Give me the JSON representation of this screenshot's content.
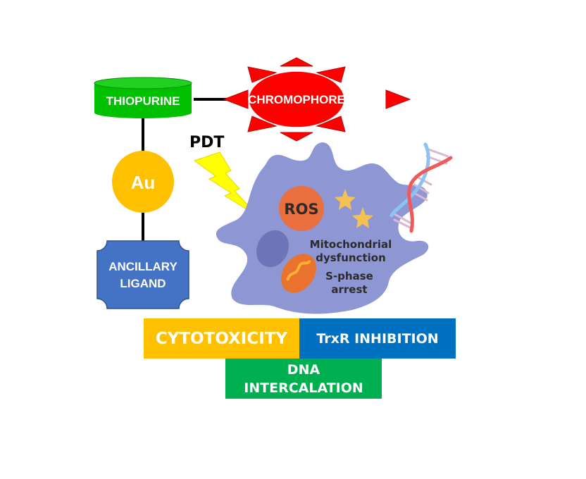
{
  "nodes": {
    "thiopurine": {
      "label": "THIOPURINE",
      "color": "#00c000"
    },
    "chromophore": {
      "label": "CHROMOPHORE",
      "color": "#ff0000"
    },
    "gold": {
      "label": "Au",
      "color": "#ffc000"
    },
    "ancillary_ligand": {
      "line1": "ANCILLARY",
      "line2": "LIGAND",
      "color": "#4472c4"
    }
  },
  "pdt": {
    "label": "PDT",
    "bolt_color": "#ffff00"
  },
  "cell": {
    "color": "#8e97d4",
    "ros": "ROS",
    "effect1_line1": "Mitochondrial",
    "effect1_line2": "dysfunction",
    "effect2_line1": "S-phase",
    "effect2_line2": "arrest"
  },
  "outcomes": {
    "cytotoxicity": {
      "label": "CYTOTOXICITY",
      "color": "#ffc000"
    },
    "trxr": {
      "label": "TrxR INHIBITION",
      "color": "#0070c0"
    },
    "dna_line1": "DNA",
    "dna_line2": "INTERCALATION",
    "dna_color": "#00b050"
  }
}
